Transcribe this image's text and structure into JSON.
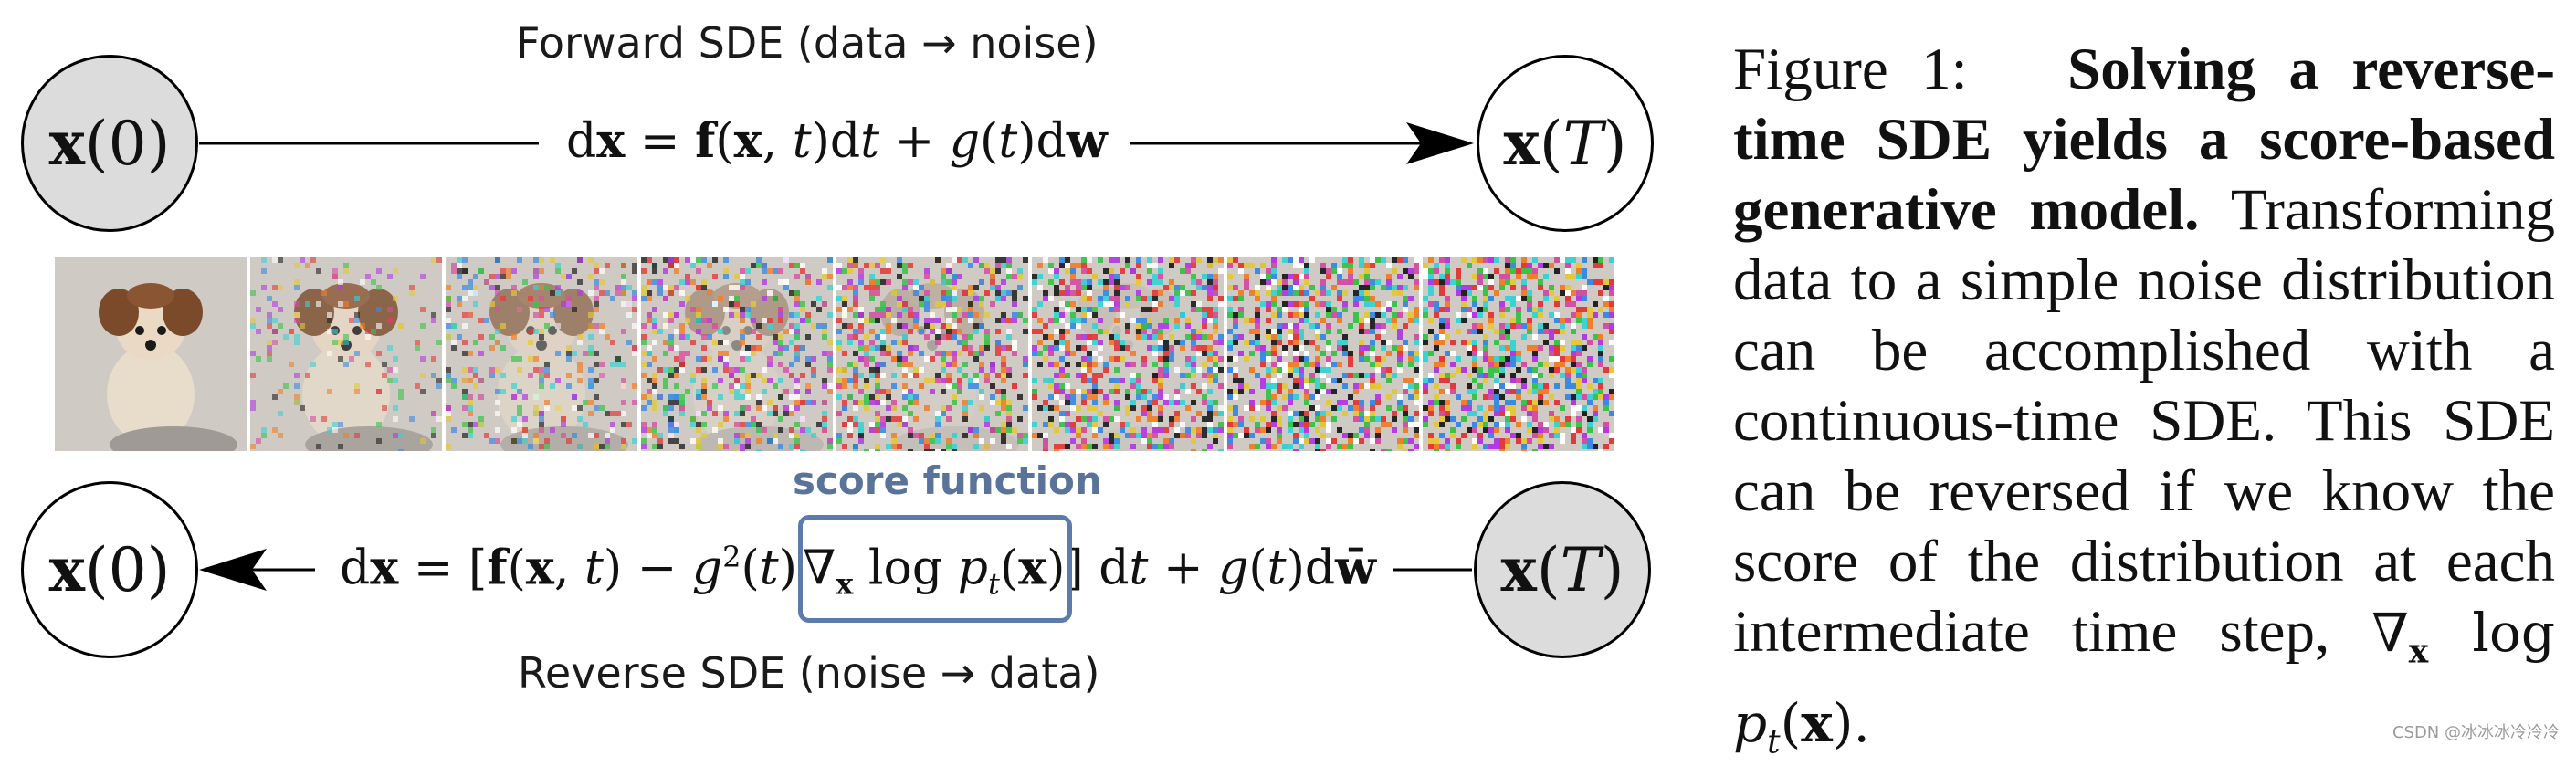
{
  "diagram": {
    "forward_label": "Forward SDE (data → noise)",
    "reverse_label": "Reverse SDE (noise → data)",
    "score_label": "score function",
    "node_x0_var": "x",
    "node_x0_arg": "(0)",
    "node_xT_var": "x",
    "node_xT_open": "(",
    "node_xT_T": "T",
    "node_xT_close": ")",
    "forward_equation": "dx = f(x, t)dt + g(t)dw",
    "reverse_equation": "dx = [f(x, t) − g²(t)∇ₓ log pₜ(x)] dt + g(t)dw̄",
    "noise_steps": [
      0,
      0.2,
      0.4,
      0.6,
      0.75,
      0.88,
      0.95,
      1.0
    ]
  },
  "caption": {
    "figure_label": "Figure 1:",
    "bold_title": "Solving a reverse-time SDE yields a score-based generative model.",
    "body": "Transforming data to a simple noise distribution can be accomplished with a continuous-time SDE. This SDE can be reversed if we know the score of the distribution at each intermediate time step,",
    "math_tail": "∇ₓ log pₜ(x)."
  },
  "watermark": "CSDN @冰冰冰冷冷冷",
  "colors": {
    "score_accent": "#5a7bab",
    "node_gray": "#dcdcdc"
  }
}
